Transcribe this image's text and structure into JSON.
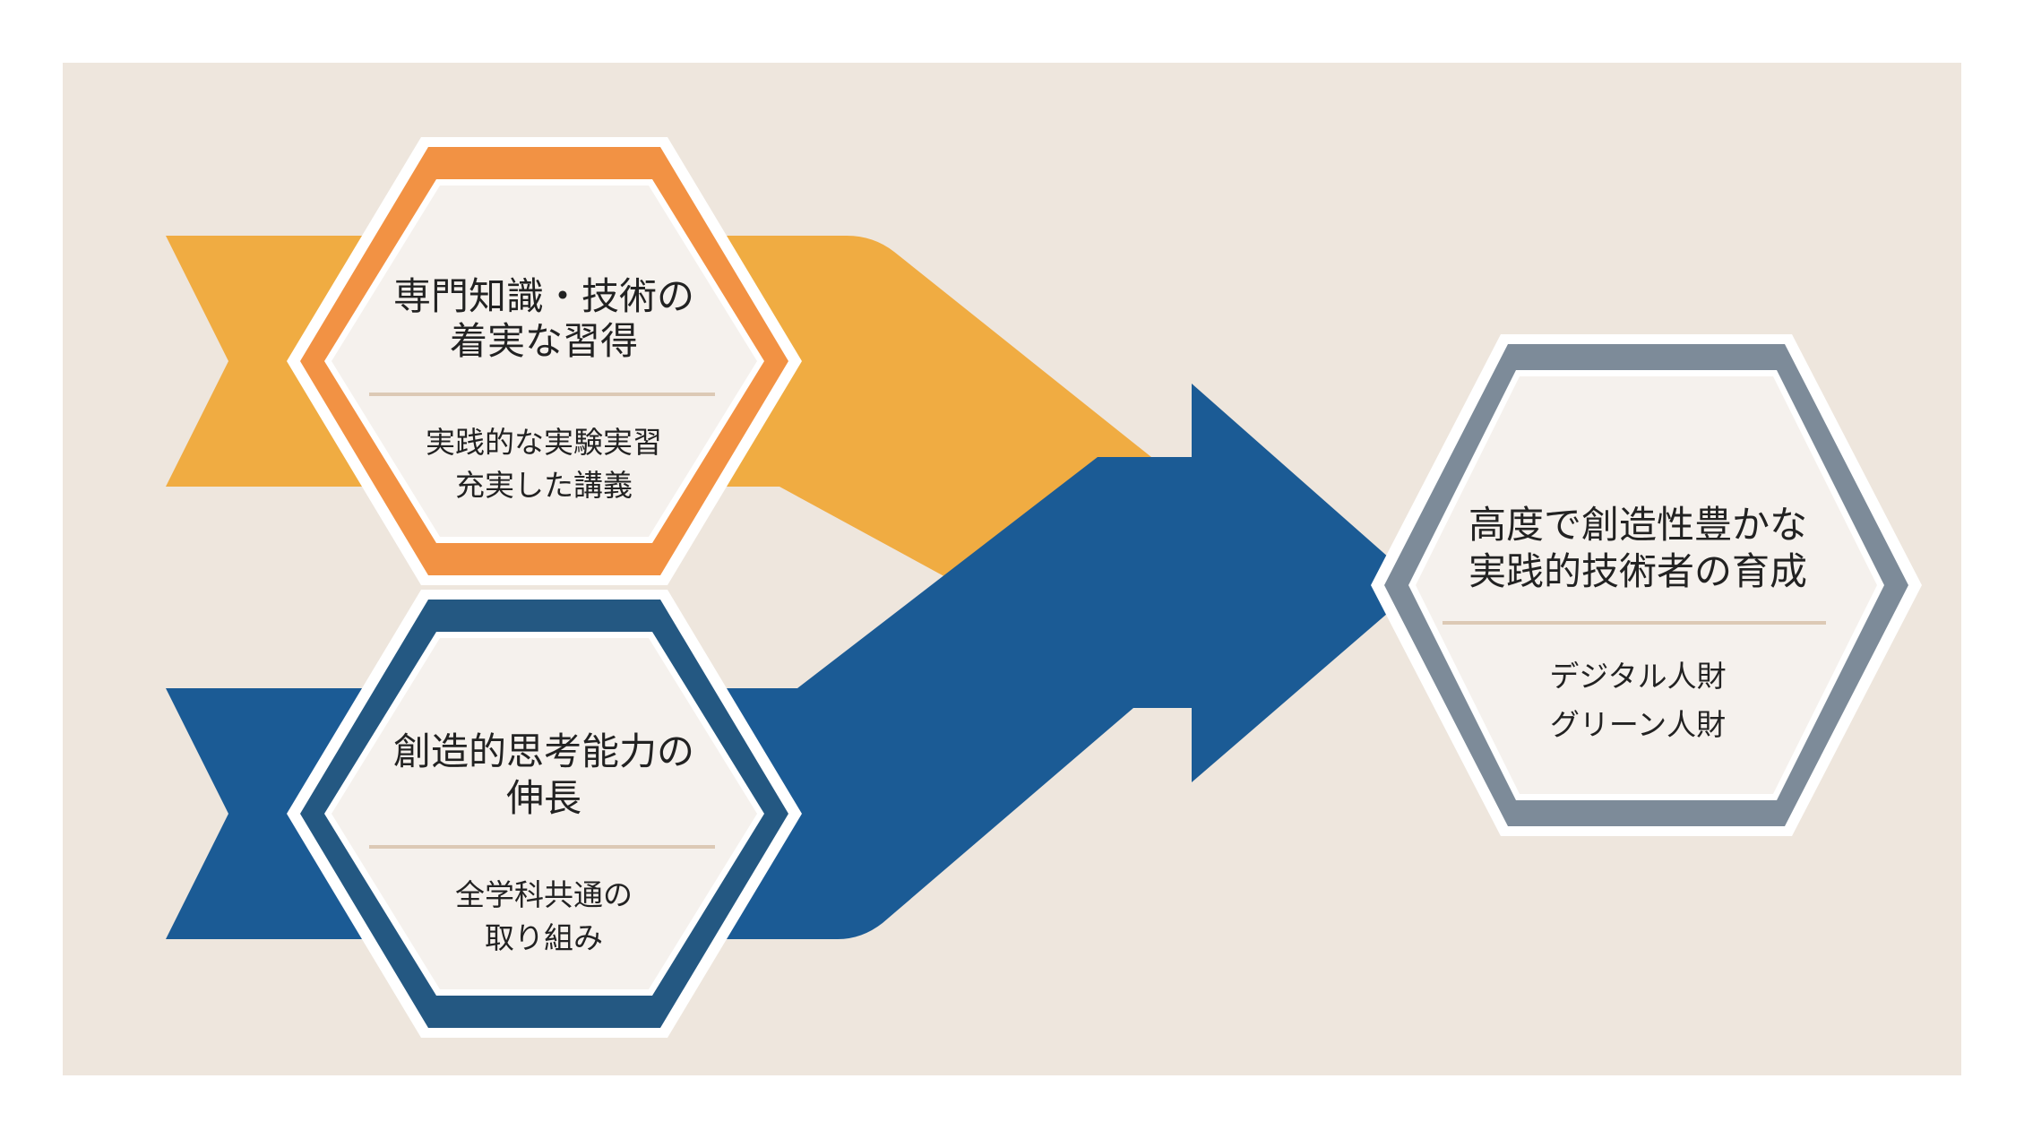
{
  "colors": {
    "background": "#EEE6DD",
    "orange_band": "#F0AC42",
    "blue_band": "#1B5B95",
    "orange_ring": "#F29244",
    "navy_ring": "#245882",
    "gray_ring": "#7D8B99",
    "hex_fill": "#F5F1ED",
    "divider": "#DCC9B5",
    "text": "#222222"
  },
  "hexagons": [
    {
      "id": "knowledge",
      "title_lines": [
        "専門知識・技術の",
        "着実な習得"
      ],
      "sub_lines": [
        "実践的な実験実習",
        "充実した講義"
      ],
      "ring_color": "#F29244"
    },
    {
      "id": "creativity",
      "title_lines": [
        "創造的思考能力の",
        "伸長"
      ],
      "sub_lines": [
        "全学科共通の",
        "取り組み"
      ],
      "ring_color": "#245882"
    },
    {
      "id": "goal",
      "title_lines": [
        "高度で創造性豊かな",
        "実践的技術者の育成"
      ],
      "sub_lines": [
        "デジタル人財",
        "グリーン人財"
      ],
      "ring_color": "#7D8B99"
    }
  ]
}
